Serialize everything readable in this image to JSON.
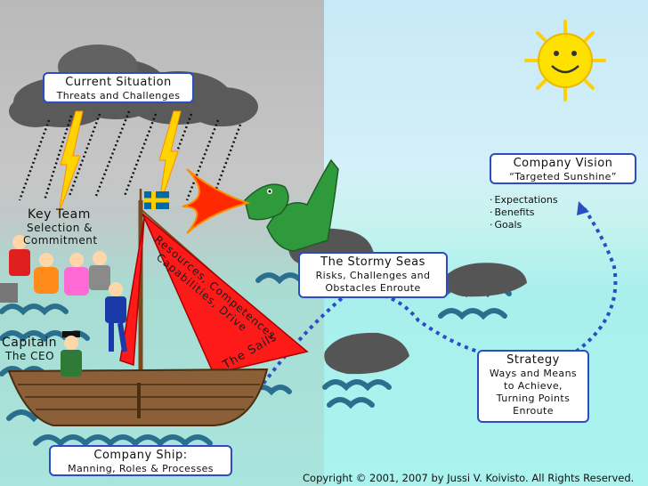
{
  "current_situation": {
    "title": "Current Situation",
    "subtitle": "Threats and Challenges"
  },
  "key_team": {
    "title": "Key Team",
    "line1": "Selection &",
    "line2": "Commitment"
  },
  "capitain": {
    "title": "Capitain",
    "subtitle": "The CEO"
  },
  "company_vision": {
    "title": "Company Vision",
    "subtitle": "“Targeted Sunshine”"
  },
  "vision_bullets": [
    "Expectations",
    "Benefits",
    "Goals"
  ],
  "stormy_seas": {
    "title": "The Stormy Seas",
    "line1": "Risks, Challenges and",
    "line2": "Obstacles Enroute"
  },
  "strategy": {
    "title": "Strategy",
    "line1": "Ways and Means",
    "line2": "to Achieve,",
    "line3": "Turning Points",
    "line4": "Enroute"
  },
  "sails": {
    "line1": "Resources, Competences,",
    "line2": "Capabilities, Drive",
    "line3": "The Sails"
  },
  "company_ship": {
    "title": "Company Ship:",
    "subtitle": "Manning, Roles & Processes"
  },
  "copyright": "Copyright © 2001, 2007 by Jussi V. Koivisto. All Rights Reserved.",
  "colors": {
    "box_border": "#2a4dc4",
    "sail": "#ff1a1a",
    "sea": "#2b6f8f",
    "sun": "#ffe100",
    "dragon": "#2f9a3c"
  }
}
